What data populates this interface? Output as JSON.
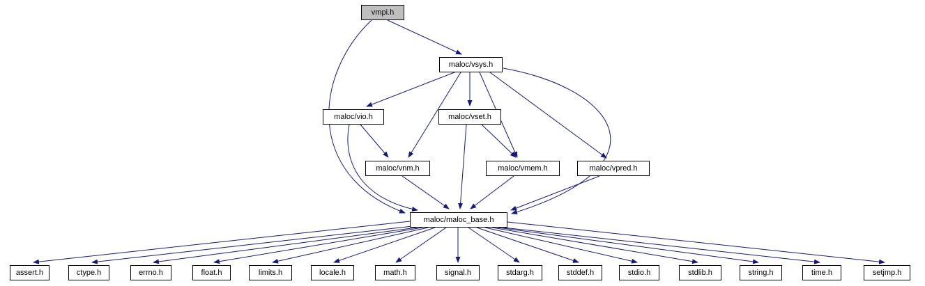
{
  "graph": {
    "type": "include-dependency-graph",
    "root": "vmpi.h",
    "edge_color": "#191970",
    "node_border_color": "#000000",
    "node_fill": "#ffffff",
    "root_fill": "#bfbfbf",
    "nodes": [
      {
        "id": "vmpi",
        "label": "vmpi.h"
      },
      {
        "id": "vsys",
        "label": "maloc/vsys.h"
      },
      {
        "id": "vio",
        "label": "maloc/vio.h"
      },
      {
        "id": "vset",
        "label": "maloc/vset.h"
      },
      {
        "id": "vnm",
        "label": "maloc/vnm.h"
      },
      {
        "id": "vmem",
        "label": "maloc/vmem.h"
      },
      {
        "id": "vpred",
        "label": "maloc/vpred.h"
      },
      {
        "id": "maloc_base",
        "label": "maloc/maloc_base.h"
      },
      {
        "id": "assert",
        "label": "assert.h"
      },
      {
        "id": "ctype",
        "label": "ctype.h"
      },
      {
        "id": "errno",
        "label": "errno.h"
      },
      {
        "id": "float",
        "label": "float.h"
      },
      {
        "id": "limits",
        "label": "limits.h"
      },
      {
        "id": "locale",
        "label": "locale.h"
      },
      {
        "id": "math",
        "label": "math.h"
      },
      {
        "id": "signal",
        "label": "signal.h"
      },
      {
        "id": "stdarg",
        "label": "stdarg.h"
      },
      {
        "id": "stddef",
        "label": "stddef.h"
      },
      {
        "id": "stdio",
        "label": "stdio.h"
      },
      {
        "id": "stdlib",
        "label": "stdlib.h"
      },
      {
        "id": "string",
        "label": "string.h"
      },
      {
        "id": "time",
        "label": "time.h"
      },
      {
        "id": "setjmp",
        "label": "setjmp.h"
      }
    ],
    "edges": [
      {
        "from": "vmpi.h",
        "to": "maloc/vsys.h"
      },
      {
        "from": "vmpi.h",
        "to": "maloc/maloc_base.h"
      },
      {
        "from": "maloc/vsys.h",
        "to": "maloc/vio.h"
      },
      {
        "from": "maloc/vsys.h",
        "to": "maloc/vset.h"
      },
      {
        "from": "maloc/vsys.h",
        "to": "maloc/vnm.h"
      },
      {
        "from": "maloc/vsys.h",
        "to": "maloc/vmem.h"
      },
      {
        "from": "maloc/vsys.h",
        "to": "maloc/vpred.h"
      },
      {
        "from": "maloc/vsys.h",
        "to": "maloc/maloc_base.h"
      },
      {
        "from": "maloc/vio.h",
        "to": "maloc/vnm.h"
      },
      {
        "from": "maloc/vio.h",
        "to": "maloc/maloc_base.h"
      },
      {
        "from": "maloc/vset.h",
        "to": "maloc/vmem.h"
      },
      {
        "from": "maloc/vset.h",
        "to": "maloc/maloc_base.h"
      },
      {
        "from": "maloc/vnm.h",
        "to": "maloc/maloc_base.h"
      },
      {
        "from": "maloc/vmem.h",
        "to": "maloc/maloc_base.h"
      },
      {
        "from": "maloc/vpred.h",
        "to": "maloc/maloc_base.h"
      },
      {
        "from": "maloc/maloc_base.h",
        "to": "assert.h"
      },
      {
        "from": "maloc/maloc_base.h",
        "to": "ctype.h"
      },
      {
        "from": "maloc/maloc_base.h",
        "to": "errno.h"
      },
      {
        "from": "maloc/maloc_base.h",
        "to": "float.h"
      },
      {
        "from": "maloc/maloc_base.h",
        "to": "limits.h"
      },
      {
        "from": "maloc/maloc_base.h",
        "to": "locale.h"
      },
      {
        "from": "maloc/maloc_base.h",
        "to": "math.h"
      },
      {
        "from": "maloc/maloc_base.h",
        "to": "signal.h"
      },
      {
        "from": "maloc/maloc_base.h",
        "to": "stdarg.h"
      },
      {
        "from": "maloc/maloc_base.h",
        "to": "stddef.h"
      },
      {
        "from": "maloc/maloc_base.h",
        "to": "stdio.h"
      },
      {
        "from": "maloc/maloc_base.h",
        "to": "stdlib.h"
      },
      {
        "from": "maloc/maloc_base.h",
        "to": "string.h"
      },
      {
        "from": "maloc/maloc_base.h",
        "to": "time.h"
      },
      {
        "from": "maloc/maloc_base.h",
        "to": "setjmp.h"
      }
    ]
  }
}
